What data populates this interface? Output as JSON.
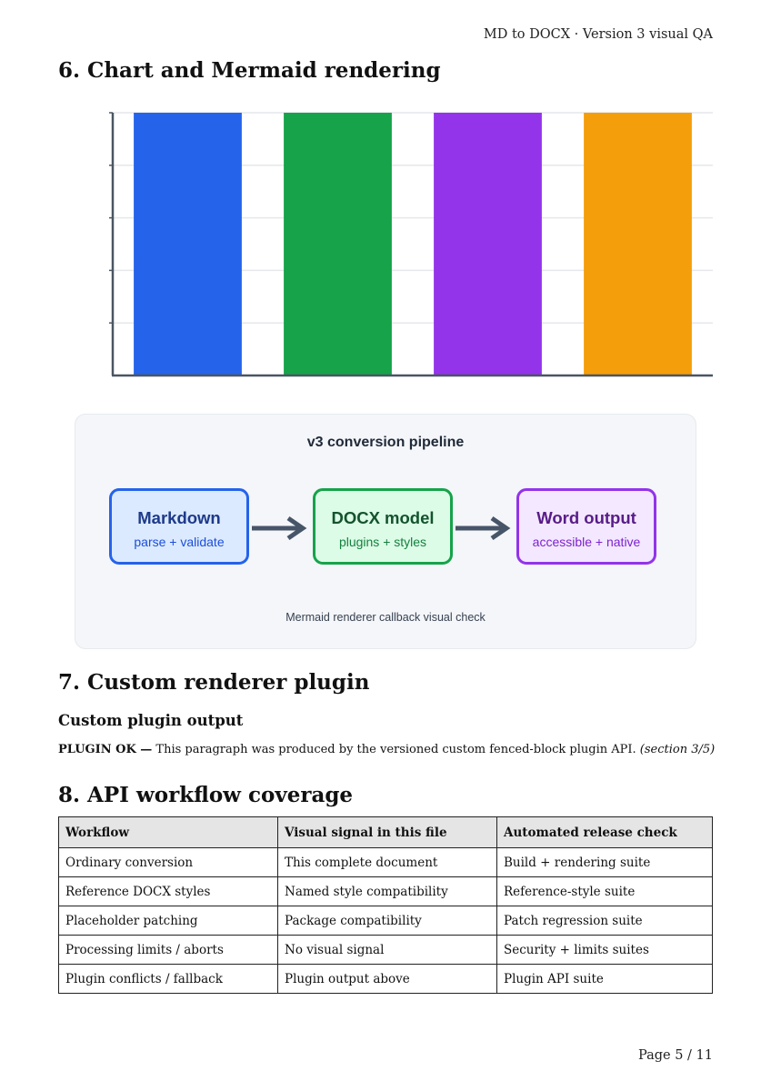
{
  "header": {
    "running_title": "MD to DOCX · Version 3 visual QA"
  },
  "sections": {
    "chart_heading": "6. Chart and Mermaid rendering",
    "plugin_heading": "7. Custom renderer plugin",
    "api_heading": "8. API workflow coverage"
  },
  "chart_data": {
    "type": "bar",
    "categories": [
      "",
      "",
      "",
      ""
    ],
    "values": [
      5,
      5,
      5,
      5
    ],
    "ylim": [
      0,
      5
    ],
    "grid": true,
    "colors": [
      "#2563eb",
      "#16a34a",
      "#9333ea",
      "#f59e0b"
    ],
    "title": "",
    "xlabel": "",
    "ylabel": ""
  },
  "diagram": {
    "title": "v3 conversion pipeline",
    "nodes": [
      {
        "title": "Markdown",
        "subtitle": "parse + validate"
      },
      {
        "title": "DOCX model",
        "subtitle": "plugins + styles"
      },
      {
        "title": "Word output",
        "subtitle": "accessible + native"
      }
    ],
    "caption": "Mermaid renderer callback visual check"
  },
  "plugin": {
    "subheading": "Custom plugin output",
    "label": "PLUGIN OK —",
    "text": " This paragraph was produced by the versioned custom fenced-block plugin API. ",
    "note": "(section 3/5)"
  },
  "table": {
    "headers": [
      "Workflow",
      "Visual signal in this file",
      "Automated release check"
    ],
    "rows": [
      [
        "Ordinary conversion",
        "This complete document",
        "Build + rendering suite"
      ],
      [
        "Reference DOCX styles",
        "Named style compatibility",
        "Reference-style suite"
      ],
      [
        "Placeholder patching",
        "Package compatibility",
        "Patch regression suite"
      ],
      [
        "Processing limits / aborts",
        "No visual signal",
        "Security + limits suites"
      ],
      [
        "Plugin conflicts / fallback",
        "Plugin output above",
        "Plugin API suite"
      ]
    ]
  },
  "footer": {
    "page_label": "Page 5 / 11"
  }
}
